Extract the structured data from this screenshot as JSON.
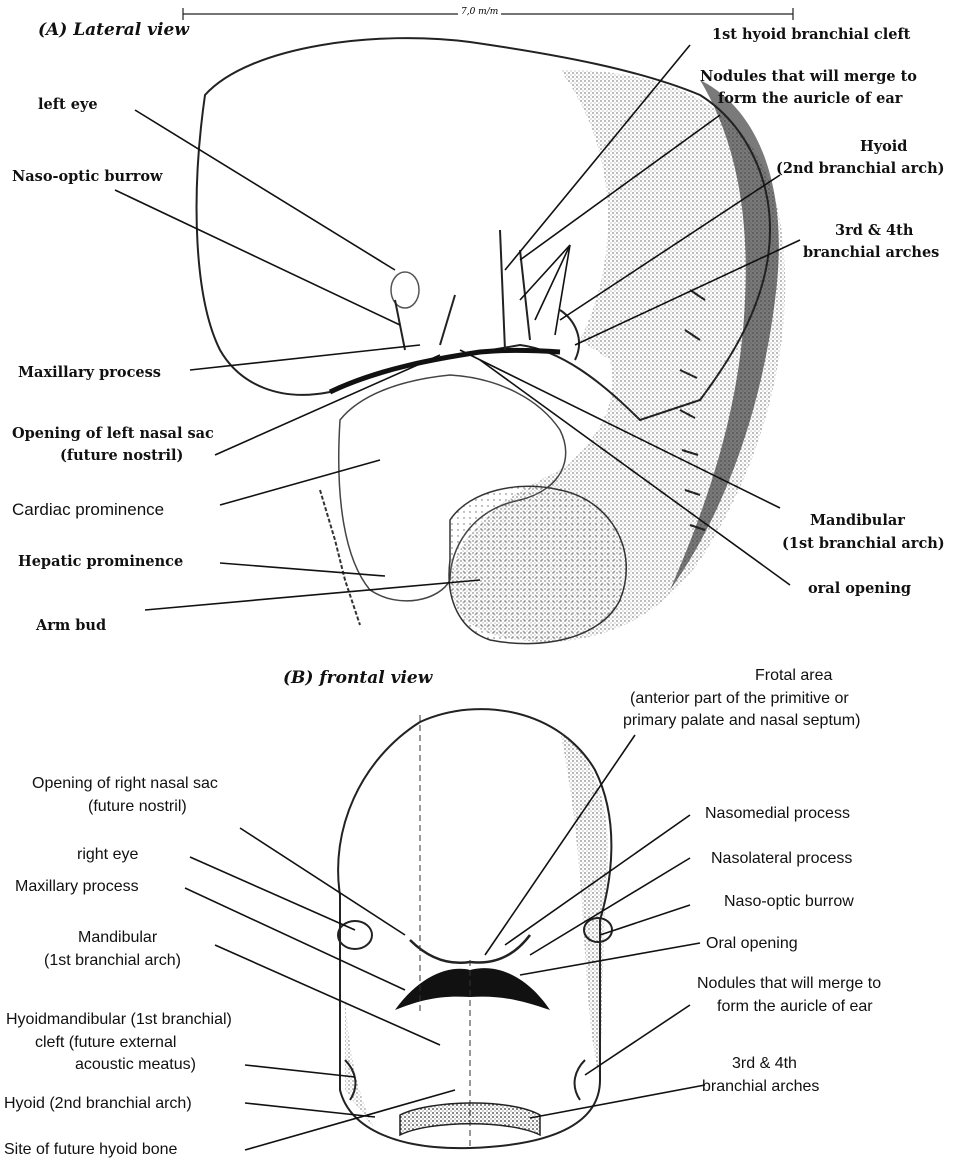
{
  "scale_bar": "7,0 m/m",
  "lateral": {
    "title": "(A) Lateral view",
    "labels": {
      "hyoid_cleft": "1st hyoid branchial cleft",
      "nodules_1": "Nodules that will merge to",
      "nodules_2": "form the auricle of ear",
      "left_eye": "left eye",
      "naso_optic": "Naso-optic burrow",
      "hyoid_1": "Hyoid",
      "hyoid_2": "(2nd branchial arch)",
      "arches_1": "3rd & 4th",
      "arches_2": "branchial arches",
      "maxillary": "Maxillary process",
      "nasal_sac_1": "Opening of left nasal sac",
      "nasal_sac_2": "(future nostril)",
      "cardiac": "Cardiac  prominence",
      "mandibular_1": "Mandibular",
      "mandibular_2": "(1st branchial arch)",
      "hepatic": "Hepatic prominence",
      "oral": "oral opening",
      "arm_bud": "Arm bud"
    }
  },
  "frontal": {
    "title": "(B) frontal view",
    "labels": {
      "frotal_1": "Frotal area",
      "frotal_2": "(anterior part of the primitive or",
      "frotal_3": "primary palate and nasal septum)",
      "right_nasal_1": "Opening of right nasal sac",
      "right_nasal_2": "(future nostril)",
      "nasomedial": "Nasomedial process",
      "right_eye": "right eye",
      "nasolateral": "Nasolateral process",
      "maxillary": "Maxillary  process",
      "naso_optic": "Naso-optic burrow",
      "mandibular_1": "Mandibular",
      "mandibular_2": "(1st branchial arch)",
      "oral": "Oral opening",
      "nodules_1": "Nodules that will merge to",
      "nodules_2": "form the auricle of ear",
      "hyomand_1": "Hyoidmandibular (1st branchial)",
      "hyomand_2": "cleft (future external",
      "hyomand_3": "acoustic meatus)",
      "arches_1": "3rd & 4th",
      "arches_2": "branchial arches",
      "hyoid": "Hyoid (2nd branchial arch)",
      "hyoid_bone": "Site of future hyoid bone"
    }
  }
}
